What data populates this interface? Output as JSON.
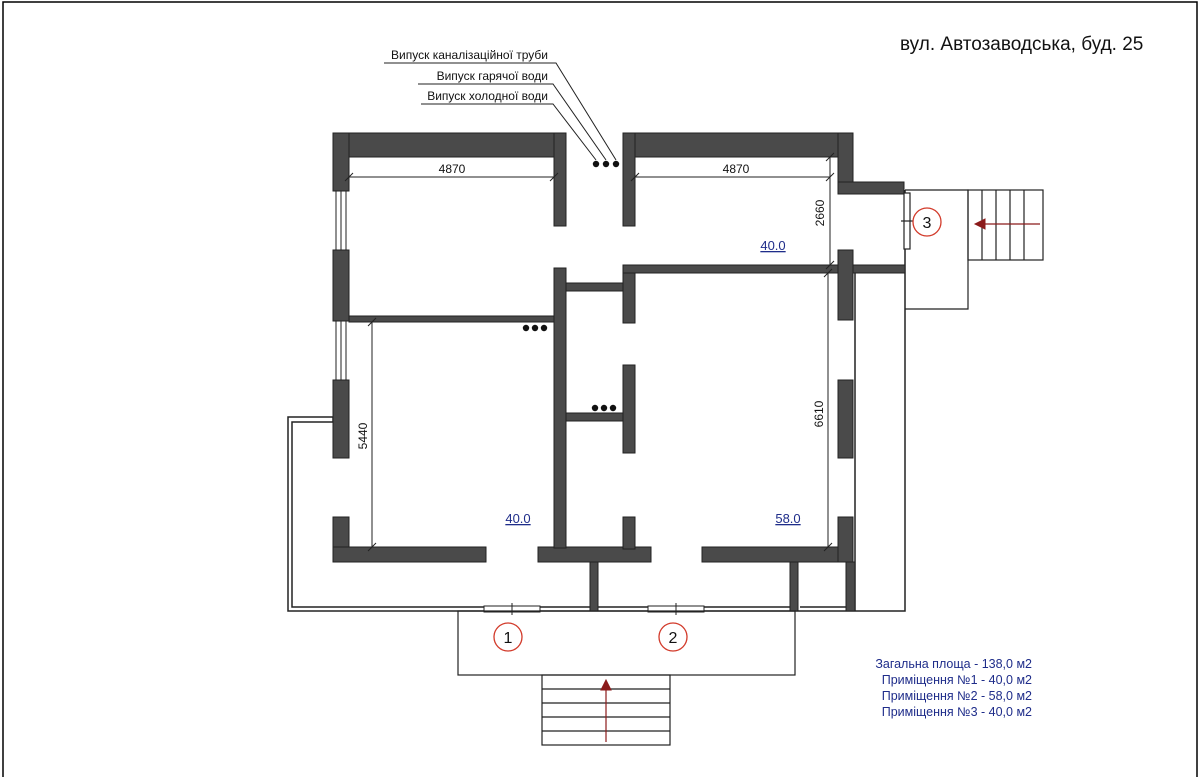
{
  "address": "вул. Автозаводська, буд. 25",
  "utility_labels": [
    "Випуск каналізаційної труби",
    "Випуск гарячої води",
    "Випуск холодної води"
  ],
  "dimensions": [
    "4870",
    "4870",
    "2660",
    "5440",
    "6610"
  ],
  "room_areas": [
    "40.0",
    "40.0",
    "58.0"
  ],
  "entrances": [
    "1",
    "2",
    "3"
  ],
  "summary": [
    {
      "label": "Загальна площа",
      "value": "- 138,0 м2"
    },
    {
      "label": "Приміщення №1",
      "value": "- 40,0 м2"
    },
    {
      "label": "Приміщення №2",
      "value": "- 58,0 м2"
    },
    {
      "label": "Приміщення №3",
      "value": "- 40,0 м2"
    }
  ],
  "colors": {
    "wall": "#4a4a4a",
    "area_text": "#1f2d8a",
    "entrance_circle": "#d23a2a",
    "arrow": "#8b1a1a"
  }
}
